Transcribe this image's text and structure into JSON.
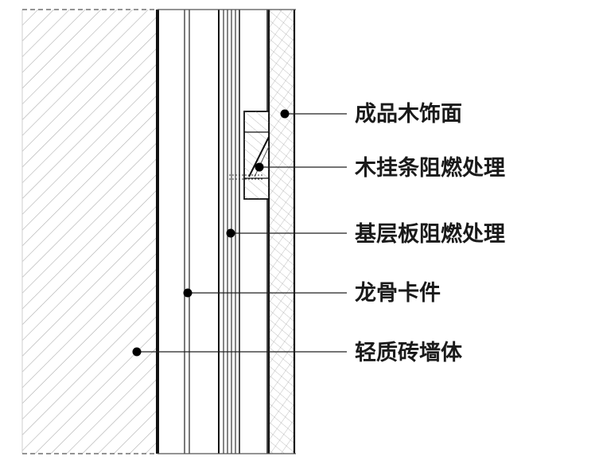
{
  "diagram": {
    "labels": [
      "成品木饰面",
      "木挂条阻燃处理",
      "基层板阻燃处理",
      "龙骨卡件",
      "轻质砖墙体"
    ],
    "colors": {
      "line": "#111111",
      "hatch": "#9a9a9a",
      "wood": "#7a7a7a",
      "background": "#ffffff"
    }
  }
}
